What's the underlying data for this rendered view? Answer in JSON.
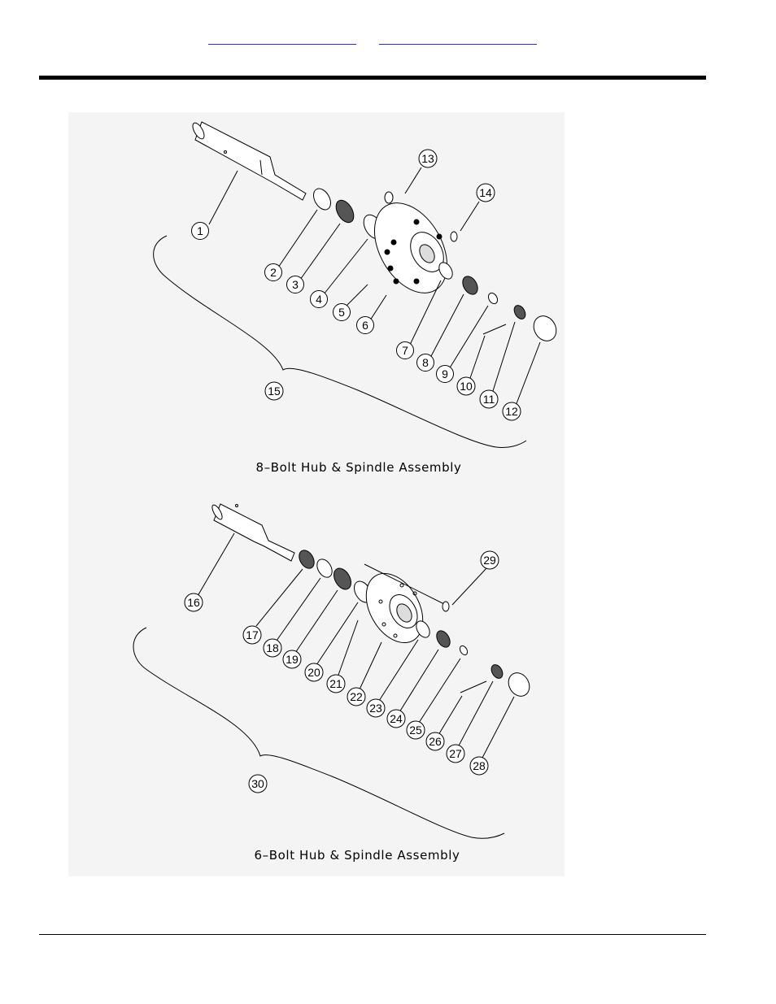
{
  "header": {
    "links": [
      "",
      ""
    ]
  },
  "figure_top": {
    "caption": "8–Bolt Hub & Spindle Assembly",
    "callouts": [
      "1",
      "2",
      "3",
      "4",
      "5",
      "6",
      "7",
      "8",
      "9",
      "10",
      "11",
      "12",
      "13",
      "14",
      "15"
    ]
  },
  "figure_bottom": {
    "caption": "6–Bolt Hub & Spindle Assembly",
    "callouts": [
      "16",
      "17",
      "18",
      "19",
      "20",
      "21",
      "22",
      "23",
      "24",
      "25",
      "26",
      "27",
      "28",
      "29",
      "30"
    ]
  }
}
